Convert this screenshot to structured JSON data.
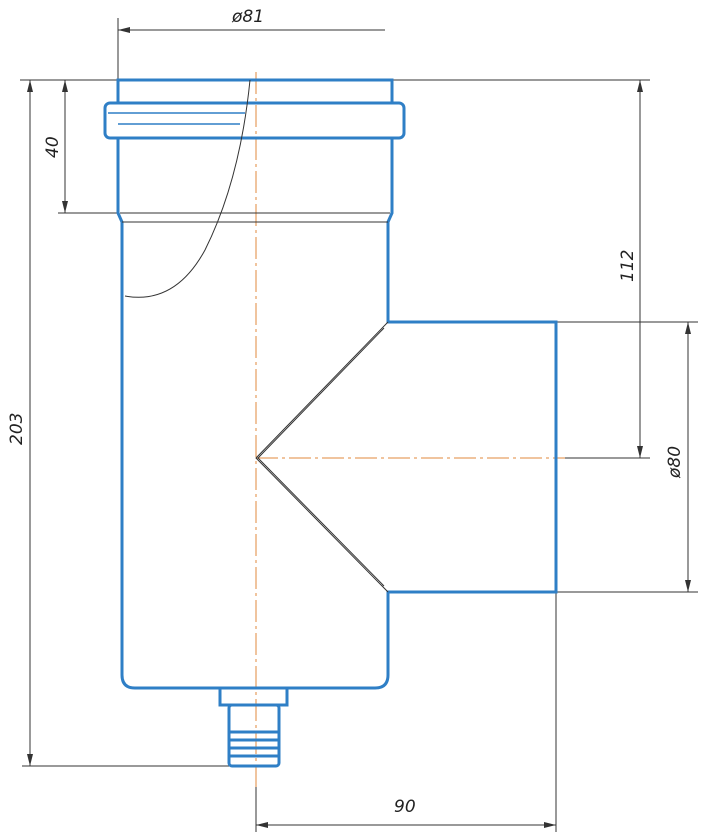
{
  "drawing": {
    "title": "Tee with condensate drain",
    "dimensions": {
      "top_diameter": "ø81",
      "socket_depth": "40",
      "total_height": "203",
      "branch_axis_height": "112",
      "branch_diameter": "ø80",
      "branch_length": "90"
    },
    "colors": {
      "outline": "#2f7fc6",
      "centerline": "#e08a3c",
      "dimension": "#333333"
    }
  }
}
